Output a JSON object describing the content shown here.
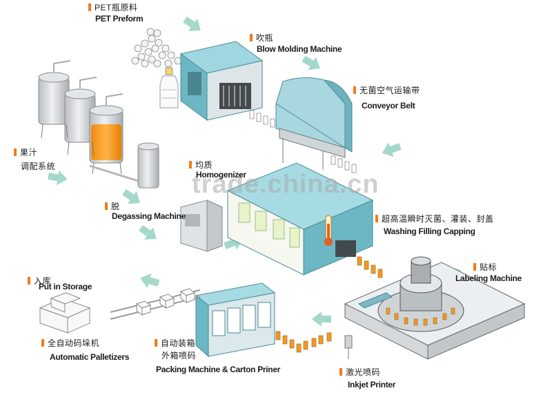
{
  "colors": {
    "machine_teal": "#7ec3cf",
    "machine_top": "#a6d9e1",
    "tank_steel": "#d4d8db",
    "juice_orange": "#f7941d",
    "arrow_green": "#9fd3c7",
    "accent_mark": "#f07b1a"
  },
  "labels": {
    "pet_preform": {
      "zh": "PET瓶原料",
      "en": "PET Preform"
    },
    "blow_molding": {
      "zh": "吹瓶",
      "en": "Blow Molding Machine"
    },
    "conveyor": {
      "zh": "无菌空气运输带",
      "en": "Conveyor Belt"
    },
    "juice": {
      "zh1": "果汁",
      "zh2": "调配系统"
    },
    "homogenizer": {
      "zh": "均质",
      "en": "Homogenizer"
    },
    "degassing": {
      "zh": "脱",
      "en": "Degassing Machine"
    },
    "washing": {
      "zh": "超高温瞬时灭菌、灌装、封盖",
      "en": "Washing Filling Capping"
    },
    "labeling": {
      "zh": "贴标",
      "en": "Labeling Machine"
    },
    "storage": {
      "zh": "入库",
      "en": "Put in Storage"
    },
    "palletizer": {
      "zh": "全自动码垛机",
      "en": "Automatic Palletizers"
    },
    "packing": {
      "zh1": "自动装箱",
      "zh2": "外箱喷码",
      "en": "Packing Machine & Carton Priner"
    },
    "inkjet": {
      "zh": "激光喷码",
      "en": "Inkjet Printer"
    }
  },
  "watermark": "trade.china.cn",
  "icons": [
    "flow-arrow-icon",
    "thermometer-icon"
  ]
}
